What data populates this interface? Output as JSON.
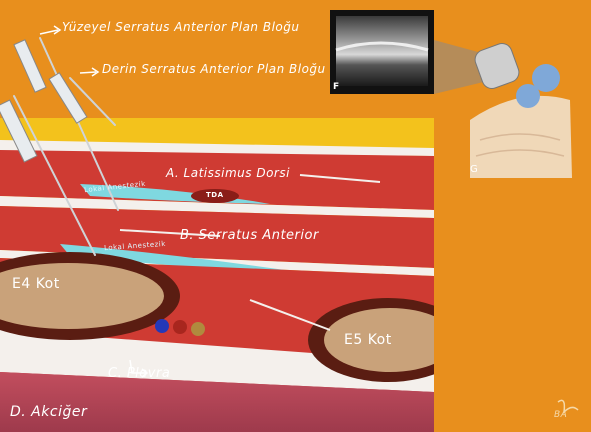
{
  "labels": {
    "superficial": "Yüzeyel Serratus Anterior Plan Bloğu",
    "deep": "Derin Serratus Anterior Plan Bloğu",
    "latissimus": "A. Latissimus Dorsi",
    "serratus": "B. Serratus Anterior",
    "anesthetic1": "Lokal Anestezik",
    "anesthetic2": "Lokal Anestezik",
    "tda": "TDA",
    "rib4": "E4 Kot",
    "rib5": "E5 Kot",
    "pleura": "C. Plevra",
    "lung": "D. Akciğer",
    "panel_f": "F",
    "panel_g": "G",
    "signature": "BA"
  },
  "colors": {
    "background": "#e88f1d",
    "skin": "#f3c21c",
    "fascia": "#f4f0ec",
    "muscle": "#cf3b33",
    "anesthetic": "#7fd8e0",
    "rib_outer": "#5a1d12",
    "rib_marrow": "#c9a27a",
    "lung": "#b84a5a",
    "probe": "#7fa8d8"
  }
}
